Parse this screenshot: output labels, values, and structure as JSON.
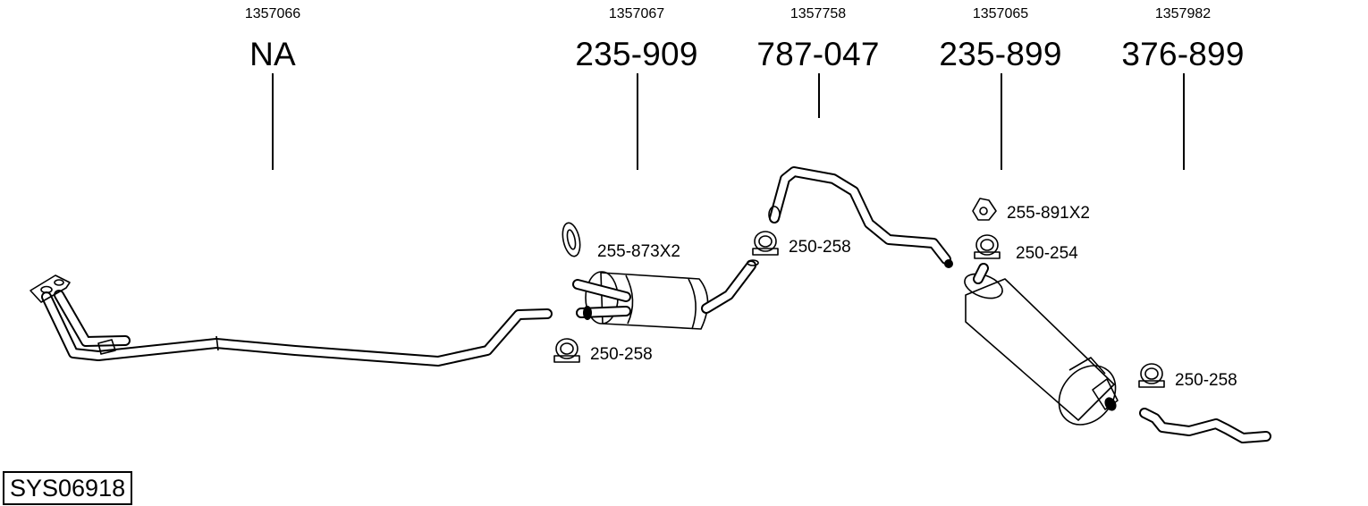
{
  "components": [
    {
      "code": "1357066",
      "part": "NA"
    },
    {
      "code": "1357067",
      "part": "235-909"
    },
    {
      "code": "1357758",
      "part": "787-047"
    },
    {
      "code": "1357065",
      "part": "235-899"
    },
    {
      "code": "1357982",
      "part": "376-899"
    }
  ],
  "accessories": [
    {
      "label": "255-873X2"
    },
    {
      "label": "250-258"
    },
    {
      "label": "250-258"
    },
    {
      "label": "255-891X2"
    },
    {
      "label": "250-254"
    },
    {
      "label": "250-258"
    }
  ],
  "system_id": "SYS06918"
}
